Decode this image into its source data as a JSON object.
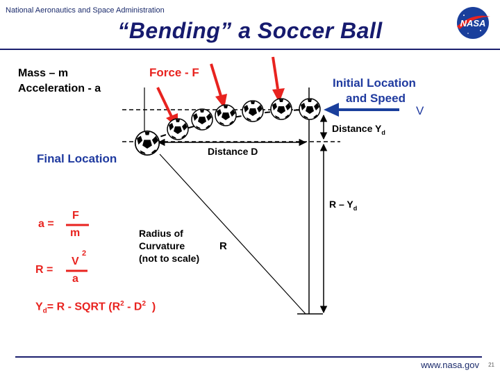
{
  "header": {
    "agency": "National Aeronautics and Space Administration",
    "title": "“Bending”  a  Soccer  Ball",
    "logo_text": "NASA"
  },
  "labels": {
    "mass": "Mass – m",
    "acceleration": "Acceleration - a",
    "force": "Force - F",
    "initial_line1": "Initial Location",
    "initial_line2": "and Speed",
    "v": "V",
    "final_location": "Final Location",
    "distance_d": "Distance  D",
    "distance_yd": "Distance  Y",
    "distance_yd_sub": "d",
    "r_minus_yd": "R – Y",
    "r_minus_yd_sub": "d",
    "radius_line1": "Radius of",
    "radius_line2": "Curvature",
    "radius_line3": "(not to scale)",
    "r": "R"
  },
  "equations": {
    "eq1_lhs": "a  =",
    "eq1_num": "F",
    "eq1_den": "m",
    "eq2_lhs": "R  =",
    "eq2_num": "V",
    "eq2_exp": "2",
    "eq2_den": "a",
    "eq3_y": "Y",
    "eq3_sub": "d",
    "eq3_mid": "= R  -  SQRT (R",
    "eq3_exp1": "2",
    "eq3_mid2": "- D",
    "eq3_exp2": "2",
    "eq3_end": ")"
  },
  "footer": {
    "url": "www.nasa.gov",
    "page": "21"
  },
  "colors": {
    "navy": "#161a6e",
    "red": "#e8231f",
    "blue": "#1f3a9f"
  }
}
